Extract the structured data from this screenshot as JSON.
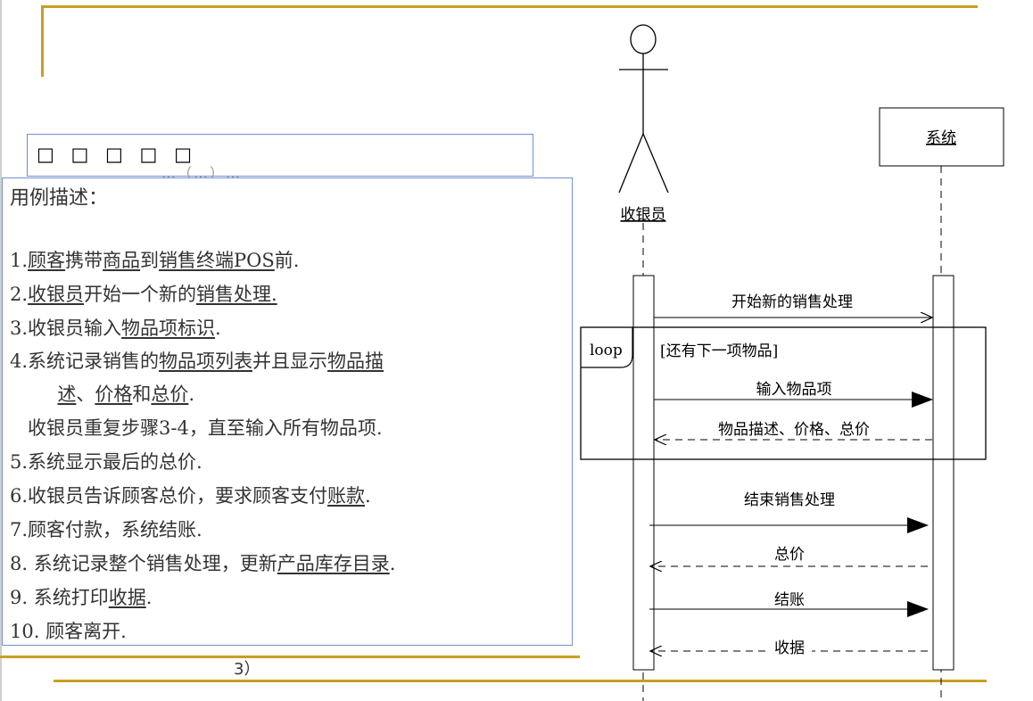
{
  "title_box": {
    "glyphs": "□ □ □ □ □",
    "ghost": "…（…）…"
  },
  "description": {
    "heading": "用例描述：",
    "steps": [
      {
        "parts": [
          {
            "t": "1."
          },
          {
            "t": "顾客",
            "u": true
          },
          {
            "t": "携带"
          },
          {
            "t": "商品",
            "u": true
          },
          {
            "t": "到"
          },
          {
            "t": "销售终端POS",
            "u": true
          },
          {
            "t": "前."
          }
        ]
      },
      {
        "parts": [
          {
            "t": "2."
          },
          {
            "t": "收银员",
            "u": true
          },
          {
            "t": "开始一个新的"
          },
          {
            "t": "销售处理.",
            "u": true
          }
        ]
      },
      {
        "parts": [
          {
            "t": "3.收银员输入"
          },
          {
            "t": "物品项标识",
            "u": true
          },
          {
            "t": "."
          }
        ]
      },
      {
        "parts": [
          {
            "t": "4.系统记录销售的"
          },
          {
            "t": "物品项列表",
            "u": true
          },
          {
            "t": "并且显示"
          },
          {
            "t": "物品描",
            "u": true
          }
        ]
      },
      {
        "parts": [
          {
            "t": "        "
          },
          {
            "t": "述",
            "u": true
          },
          {
            "t": "、"
          },
          {
            "t": "价格",
            "u": true
          },
          {
            "t": "和"
          },
          {
            "t": "总价",
            "u": true
          },
          {
            "t": "."
          }
        ]
      },
      {
        "parts": [
          {
            "t": "   收银员重复步骤3-4，直至输入所有物品项."
          }
        ]
      },
      {
        "parts": [
          {
            "t": "5.系统显示最后的总价."
          }
        ]
      },
      {
        "parts": [
          {
            "t": "6.收银员告诉顾客总价，要求顾客支付"
          },
          {
            "t": "账款",
            "u": true
          },
          {
            "t": "."
          }
        ]
      },
      {
        "parts": [
          {
            "t": "7.顾客付款，系统结账."
          }
        ]
      },
      {
        "parts": [
          {
            "t": "8. 系统记录整个销售处理，更新"
          },
          {
            "t": "产品库存目录",
            "u": true
          },
          {
            "t": "."
          }
        ]
      },
      {
        "parts": [
          {
            "t": "9. 系统打印"
          },
          {
            "t": "收据",
            "u": true
          },
          {
            "t": "."
          }
        ]
      },
      {
        "parts": [
          {
            "t": "10. 顾客离开."
          }
        ]
      }
    ],
    "footer_ghost": "3）"
  },
  "sequence": {
    "actor": "收银员",
    "system": "系统",
    "fragment_op": "loop",
    "guard": "[还有下一项物品]",
    "messages": [
      {
        "label": "开始新的销售处理",
        "kind": "sync-open"
      },
      {
        "label": "输入物品项",
        "kind": "sync"
      },
      {
        "label": "物品描述、价格、总价",
        "kind": "return"
      },
      {
        "label": "结束销售处理",
        "kind": "sync"
      },
      {
        "label": "总价",
        "kind": "return"
      },
      {
        "label": "结账",
        "kind": "sync"
      },
      {
        "label": "收据",
        "kind": "return"
      }
    ]
  },
  "colors": {
    "gold": "#c8a020",
    "box_border": "#7090d0"
  }
}
